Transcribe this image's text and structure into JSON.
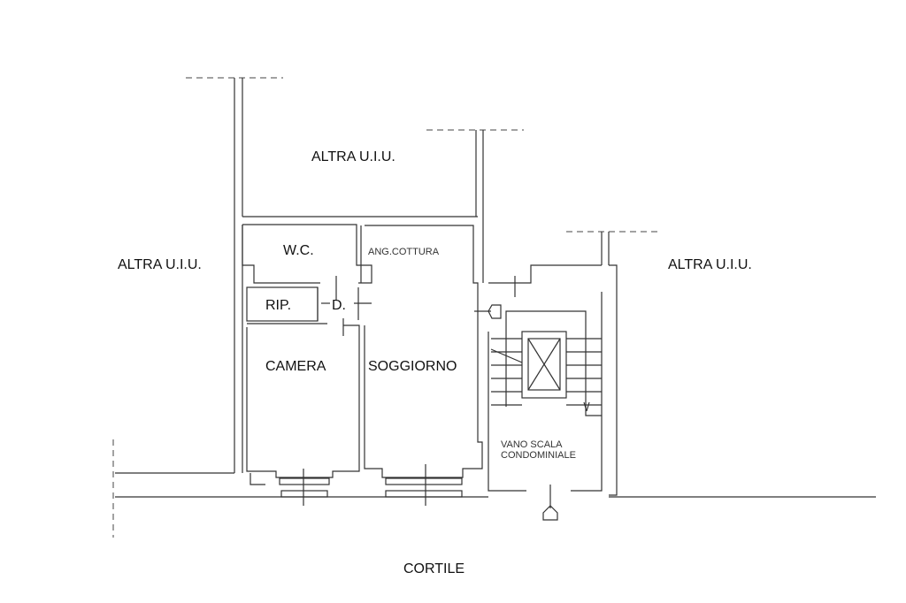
{
  "labels": {
    "altra_top": "ALTRA U.I.U.",
    "altra_left": "ALTRA U.I.U.",
    "altra_right": "ALTRA U.I.U.",
    "wc": "W.C.",
    "ang_cottura": "ANG.COTTURA",
    "rip": "RIP.",
    "disimpegno": "D.",
    "camera": "CAMERA",
    "soggiorno": "SOGGIORNO",
    "vano_scala_1": "VANO SCALA",
    "vano_scala_2": "CONDOMINIALE",
    "cortile": "CORTILE"
  }
}
